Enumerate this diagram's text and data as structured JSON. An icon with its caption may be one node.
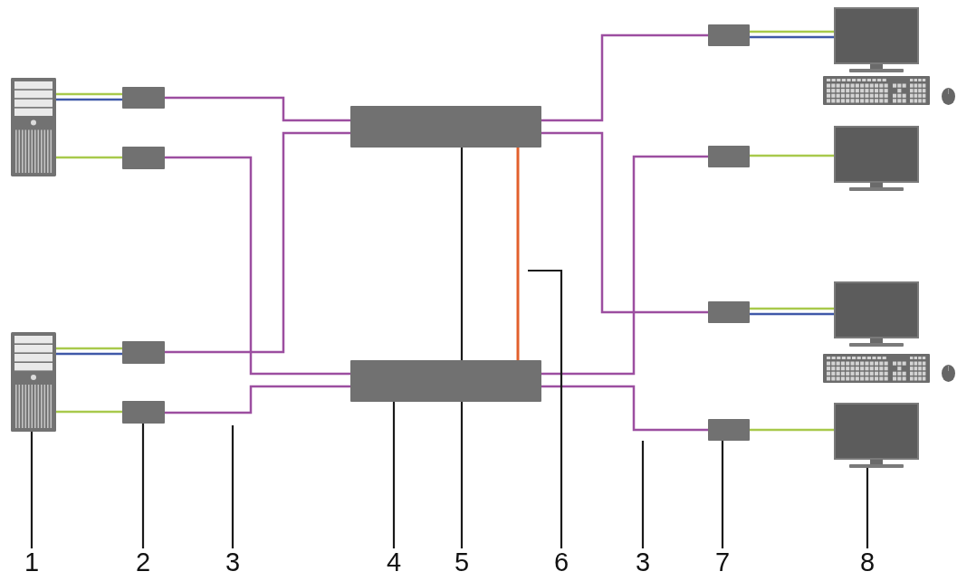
{
  "diagram": {
    "nodes": [
      {
        "text": [],
        "shape": "picture"
      },
      {
        "text": [],
        "shape": "picture"
      },
      {
        "text": [],
        "shape": "box"
      },
      {
        "text": [],
        "shape": "box"
      },
      {
        "text": [],
        "shape": "box"
      },
      {
        "text": [],
        "shape": "box"
      },
      {
        "text": [],
        "shape": "box"
      },
      {
        "text": [],
        "shape": "box"
      },
      {
        "text": [],
        "shape": "box"
      },
      {
        "text": [],
        "shape": "box"
      },
      {
        "text": [],
        "shape": "box"
      },
      {
        "text": [],
        "shape": "box"
      },
      {
        "text": [],
        "shape": "picture"
      },
      {
        "text": [],
        "shape": "picture"
      },
      {
        "text": [],
        "shape": "picture"
      },
      {
        "text": [],
        "shape": "picture"
      },
      {
        "text": [
          "1"
        ]
      },
      {
        "text": [
          "2"
        ]
      },
      {
        "text": [
          "3"
        ]
      },
      {
        "text": [
          "4"
        ]
      },
      {
        "text": [
          "5"
        ]
      },
      {
        "text": [
          "6"
        ]
      },
      {
        "text": [
          "3"
        ]
      },
      {
        "text": [
          "7"
        ]
      },
      {
        "text": [
          "8"
        ]
      }
    ],
    "edges": [
      {
        "from": 0,
        "to": 2,
        "arrow": "none",
        "color": "#a8c94b"
      },
      {
        "from": 0,
        "to": 2,
        "arrow": "none",
        "color": "#3f58a8"
      },
      {
        "from": 0,
        "to": 3,
        "arrow": "none",
        "color": "#a8c94b"
      },
      {
        "from": 1,
        "to": 4,
        "arrow": "none",
        "color": "#a8c94b"
      },
      {
        "from": 1,
        "to": 4,
        "arrow": "none",
        "color": "#3f58a8"
      },
      {
        "from": 1,
        "to": 5,
        "arrow": "none",
        "color": "#a8c94b"
      },
      {
        "from": 2,
        "to": 6,
        "arrow": "none",
        "color": "#9c4ea0"
      },
      {
        "from": 3,
        "to": 7,
        "arrow": "none",
        "color": "#9c4ea0"
      },
      {
        "from": 4,
        "to": 6,
        "arrow": "none",
        "color": "#9c4ea0"
      },
      {
        "from": 5,
        "to": 7,
        "arrow": "none",
        "color": "#9c4ea0"
      },
      {
        "from": 6,
        "to": 8,
        "arrow": "none",
        "color": "#9c4ea0"
      },
      {
        "from": 6,
        "to": 10,
        "arrow": "none",
        "color": "#9c4ea0"
      },
      {
        "from": 7,
        "to": 9,
        "arrow": "none",
        "color": "#9c4ea0"
      },
      {
        "from": 7,
        "to": 11,
        "arrow": "none",
        "color": "#9c4ea0"
      },
      {
        "from": 6,
        "to": 7,
        "arrow": "none",
        "color": "#e2602c"
      },
      {
        "from": 8,
        "to": 12,
        "arrow": "none",
        "color": "#a8c94b"
      },
      {
        "from": 8,
        "to": 12,
        "arrow": "none",
        "color": "#3f58a8"
      },
      {
        "from": 9,
        "to": 13,
        "arrow": "none",
        "color": "#a8c94b"
      },
      {
        "from": 10,
        "to": 14,
        "arrow": "none",
        "color": "#a8c94b"
      },
      {
        "from": 10,
        "to": 14,
        "arrow": "none",
        "color": "#3f58a8"
      },
      {
        "from": 11,
        "to": 15,
        "arrow": "none",
        "color": "#a8c94b"
      },
      {
        "from": 16,
        "to": 1,
        "arrow": "none"
      },
      {
        "from": 17,
        "to": 5,
        "arrow": "none"
      },
      {
        "from": 18,
        "to": null,
        "arrow": "none"
      },
      {
        "from": 19,
        "to": 7,
        "arrow": "none"
      },
      {
        "from": 20,
        "to": 6,
        "arrow": "none"
      },
      {
        "from": 21,
        "to": null,
        "arrow": "none"
      },
      {
        "from": 22,
        "to": null,
        "arrow": "none"
      },
      {
        "from": 23,
        "to": 11,
        "arrow": "none"
      },
      {
        "from": 24,
        "to": 15,
        "arrow": "none"
      }
    ]
  }
}
